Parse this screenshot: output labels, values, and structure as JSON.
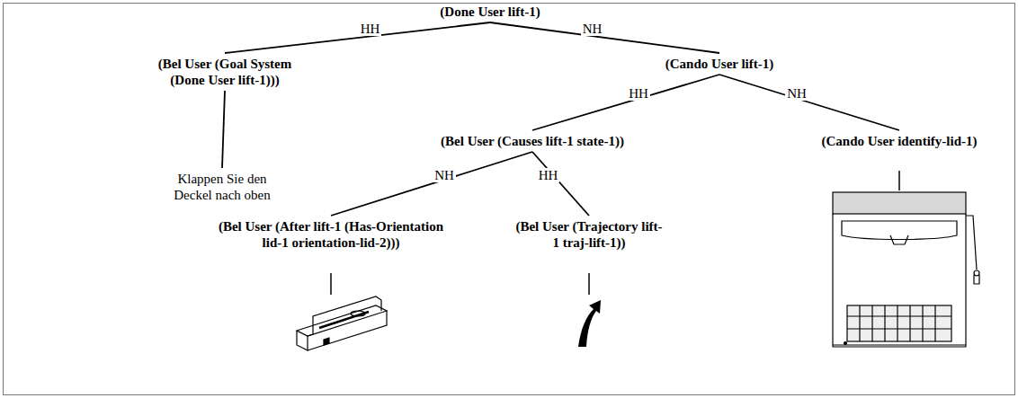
{
  "diagram": {
    "nodes": [
      {
        "text": [
          "(Done User lift-1)"
        ]
      },
      {
        "text": [
          "(Bel User (Goal System (Done User lift-1)))"
        ]
      },
      {
        "text": [
          "(Cando User lift-1)"
        ]
      },
      {
        "text": [
          "(Bel User (Causes lift-1 state-1))"
        ]
      },
      {
        "text": [
          "(Cando User identify-lid-1)"
        ]
      },
      {
        "text": [
          "(Bel User (After lift-1 (Has-Orientation lid-1 orientation-lid-2)))"
        ]
      },
      {
        "text": [
          "(Bel User (Trajectory lift-1 traj-lift-1))"
        ]
      },
      {
        "text": [
          "Klappen Sie den Deckel nach oben"
        ]
      }
    ],
    "edges": [
      {
        "from": 0,
        "to": 1,
        "label": "HH",
        "arrow": "none"
      },
      {
        "from": 0,
        "to": 2,
        "label": "NH",
        "arrow": "none"
      },
      {
        "from": 2,
        "to": 3,
        "label": "HH",
        "arrow": "none"
      },
      {
        "from": 2,
        "to": 4,
        "label": "NH",
        "arrow": "none"
      },
      {
        "from": 3,
        "to": 5,
        "label": "NH",
        "arrow": "none"
      },
      {
        "from": 3,
        "to": 6,
        "label": "HH",
        "arrow": "none"
      },
      {
        "from": 1,
        "to": 7,
        "arrow": "none"
      }
    ]
  }
}
